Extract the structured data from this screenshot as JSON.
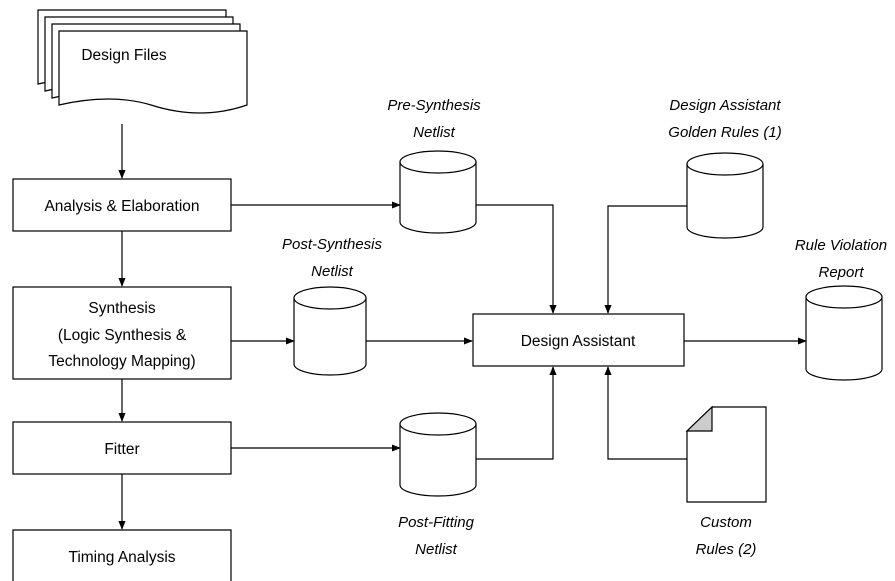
{
  "flow": {
    "design_files": "Design Files",
    "analysis": "Analysis & Elaboration",
    "synthesis": [
      "Synthesis",
      "(Logic Synthesis &",
      "Technology Mapping)"
    ],
    "fitter": "Fitter",
    "timing": "Timing Analysis",
    "design_assistant": "Design Assistant"
  },
  "stores": {
    "pre_synthesis": [
      "Pre-Synthesis",
      "Netlist"
    ],
    "post_synthesis": [
      "Post-Synthesis",
      "Netlist"
    ],
    "post_fitting": [
      "Post-Fitting",
      "Netlist"
    ],
    "golden_rules": [
      "Design Assistant",
      "Golden Rules (1)"
    ],
    "custom_rules": [
      "Custom",
      "Rules (2)"
    ],
    "rule_violation": [
      "Rule Violation",
      "Report"
    ]
  }
}
